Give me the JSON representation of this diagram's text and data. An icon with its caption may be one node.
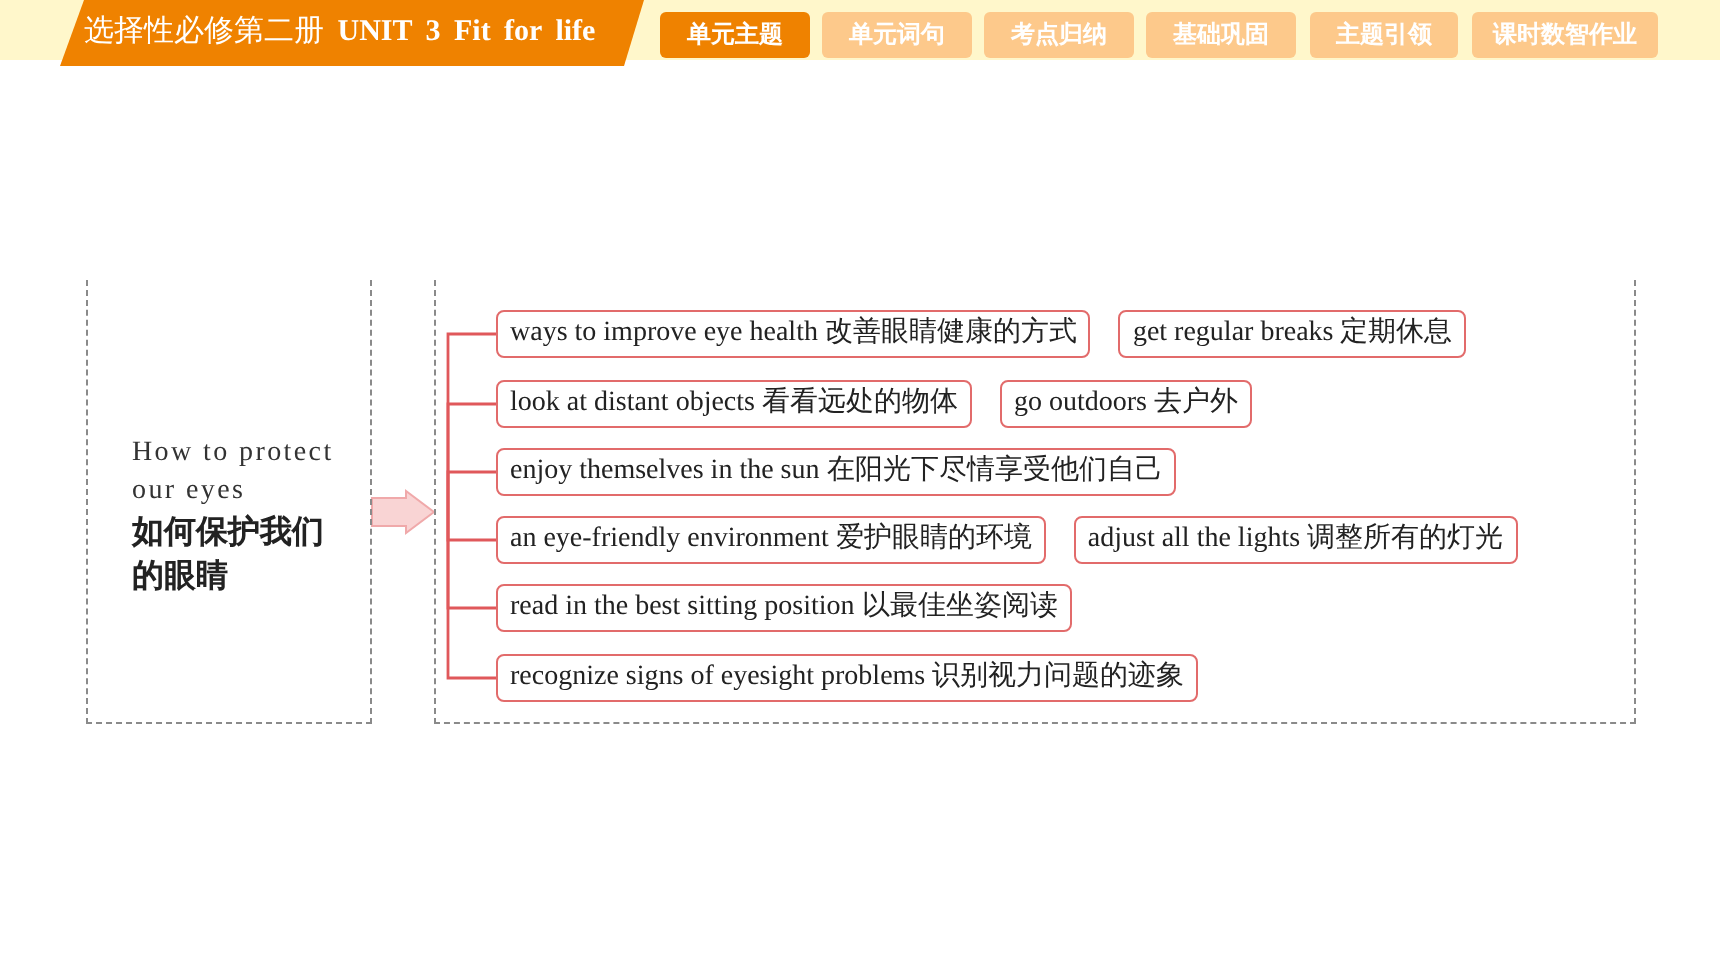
{
  "diagram": {
    "nodes": [
      {
        "text": [
          "How to protect our eyes",
          "如何保护我们的眼睛"
        ]
      },
      {
        "text": [],
        "shape": "box"
      },
      {
        "text": [
          "ways to improve eye health 改善眼睛健康的方式"
        ],
        "in": 1
      },
      {
        "text": [
          "get regular breaks 定期休息"
        ],
        "in": 1
      },
      {
        "text": [
          "look at distant objects 看看远处的物体"
        ],
        "in": 1
      },
      {
        "text": [
          "go outdoors 去户外"
        ],
        "in": 1
      },
      {
        "text": [
          "enjoy themselves in the sun 在阳光下尽情享受他们自己"
        ],
        "in": 1
      },
      {
        "text": [
          "an eye-friendly environment 爱护眼睛的环境"
        ],
        "in": 1
      },
      {
        "text": [
          "adjust all the lights 调整所有的灯光"
        ],
        "in": 1
      },
      {
        "text": [
          "read in the best sitting position 以最佳坐姿阅读"
        ],
        "in": 1
      },
      {
        "text": [
          "recognize signs of eyesight problems 识别视力问题的迹象"
        ],
        "in": 1
      }
    ],
    "edges": [
      {
        "from": 0,
        "to": 1,
        "arrow": "to",
        "style": "thick",
        "color": "#f9d4d4"
      },
      {
        "from": null,
        "to": 2,
        "arrow": "none"
      },
      {
        "from": null,
        "to": 4,
        "arrow": "none"
      },
      {
        "from": null,
        "to": 6,
        "arrow": "none"
      },
      {
        "from": null,
        "to": 7,
        "arrow": "none"
      },
      {
        "from": null,
        "to": 9,
        "arrow": "none"
      },
      {
        "from": null,
        "to": 10,
        "arrow": "none"
      }
    ],
    "labels": [
      "选择性必修第二册 **UNIT 3 Fit for life**",
      "单元主题",
      "单元词句",
      "考点归纳",
      "基础巩固",
      "主题引领",
      "课时数智作业"
    ]
  }
}
